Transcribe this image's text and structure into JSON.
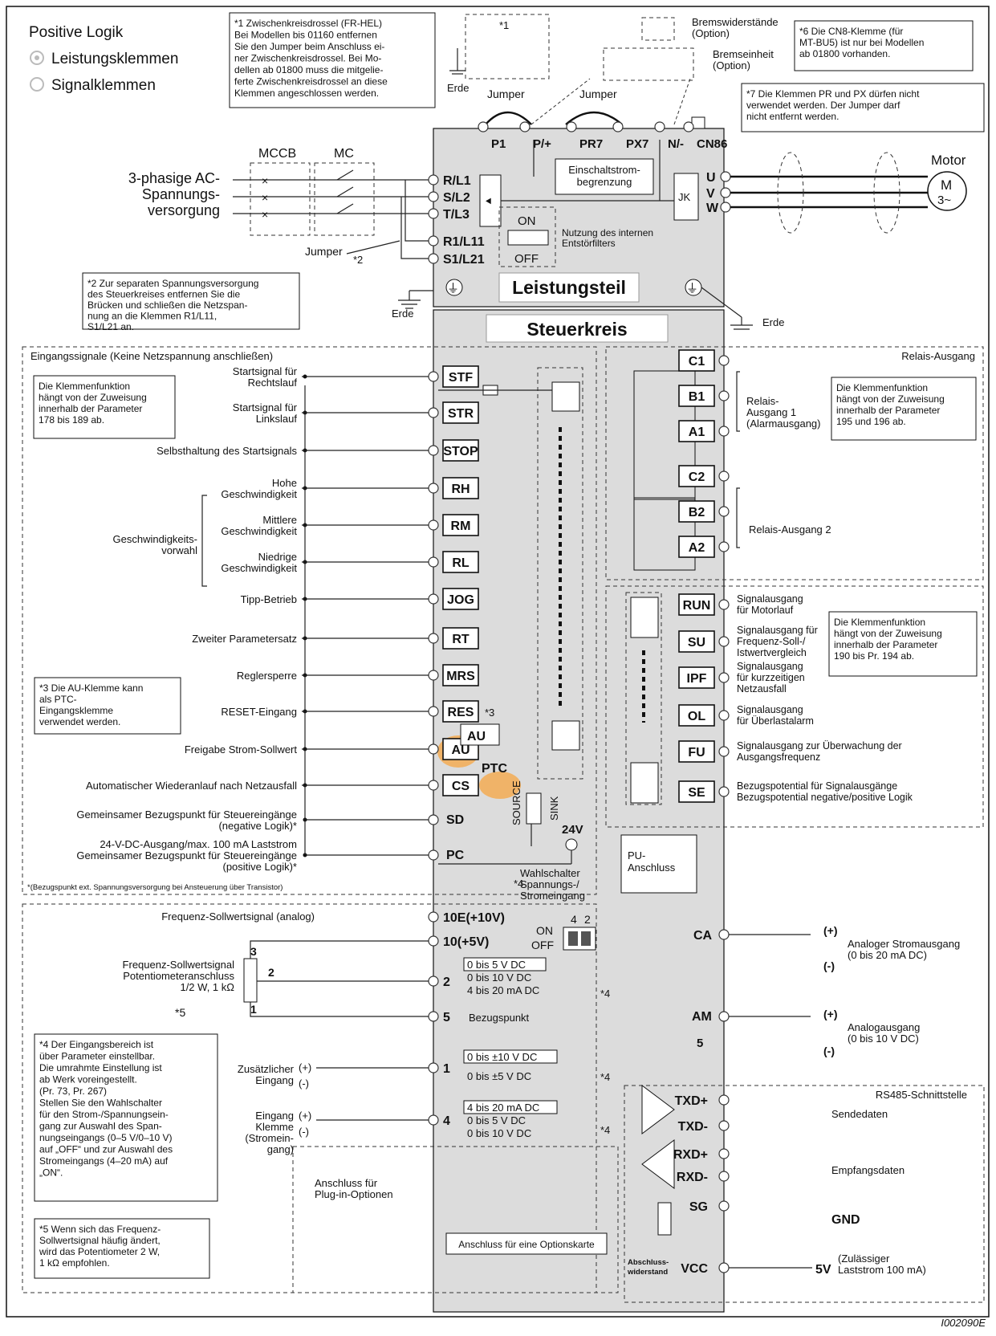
{
  "legend": {
    "title": "Positive Logik",
    "power": "Leistungsklemmen",
    "signal": "Signalklemmen"
  },
  "notes": {
    "n1": [
      "*1 Zwischenkreisdrossel (FR-HEL)",
      "Bei Modellen bis 01160 entfernen",
      "Sie den Jumper beim Anschluss ei-",
      "ner Zwischenkreisdrossel. Bei Mo-",
      "dellen ab 01800 muss die mitgelie-",
      "ferte Zwischenkreisdrossel an diese",
      "Klemmen angeschlossen werden."
    ],
    "n2": [
      "*2 Zur separaten Spannungsversorgung",
      "des Steuerkreises entfernen Sie die",
      "Brücken und schließen die Netzspan-",
      "nung an die Klemmen R1/L11,",
      "S1/L21 an."
    ],
    "n3": [
      "*3 Die AU-Klemme kann",
      "als PTC-",
      "Eingangsklemme",
      "verwendet werden."
    ],
    "n4": [
      "*4 Der Eingangsbereich ist",
      "über Parameter einstellbar.",
      "Die umrahmte Einstellung ist",
      "ab Werk voreingestellt.",
      "(Pr. 73, Pr. 267)",
      "Stellen Sie den Wahlschalter",
      "für den Strom-/Spannungsein-",
      "gang zur Auswahl des Span-",
      "nungseingangs (0–5 V/0–10 V)",
      "auf „OFF“ und zur Auswahl des",
      "Stromeingangs (4–20 mA) auf",
      "„ON“."
    ],
    "n5": [
      "*5 Wenn sich das Frequenz-",
      "Sollwertsignal häufig ändert,",
      "wird das Potentiometer 2 W,",
      "1 kΩ empfohlen."
    ],
    "n6": [
      "*6 Die CN8-Klemme (für",
      "MT-BU5) ist nur bei Modellen",
      "ab 01800 vorhanden."
    ],
    "n7": [
      "*7 Die Klemmen PR und PX dürfen nicht",
      "verwendet werden. Der Jumper darf",
      "nicht entfernt werden."
    ],
    "n_func_in": [
      "Die Klemmenfunktion",
      "hängt von der Zuweisung",
      "innerhalb der Parameter",
      "178 bis 189 ab."
    ],
    "n_func_relay": [
      "Die Klemmenfunktion",
      "hängt von der Zuweisung",
      "innerhalb der Parameter",
      "195 und 196 ab."
    ],
    "n_func_out": [
      "Die Klemmenfunktion",
      "hängt von der Zuweisung",
      "innerhalb der Parameter",
      "190 bis Pr. 194 ab."
    ]
  },
  "power": {
    "supply": [
      "3-phasige AC-",
      "Spannungs-",
      "versorgung"
    ],
    "mccb": "MCCB",
    "mc": "MC",
    "jumper": "Jumper",
    "jumper2": "*2",
    "star1": "*1",
    "earth": "Erde",
    "motor": "Motor",
    "motor_m": "M",
    "motor_3": "3~",
    "brake_res": [
      "Bremswiderstände",
      "(Option)"
    ],
    "brake_unit": [
      "Bremseinheit",
      "(Option)"
    ],
    "terminals_top": [
      "P1",
      "P/+",
      "PR*7",
      "PX*7",
      "N/-",
      "CN8*6"
    ],
    "terminals_in": [
      "R/L1",
      "S/L2",
      "T/L3"
    ],
    "terminals_ctrl": [
      "R1/L11",
      "S1/L21"
    ],
    "terminals_out": [
      "U",
      "V",
      "W"
    ],
    "inrush": [
      "Einschaltstrom-",
      "begrenzung"
    ],
    "filter_on": "ON",
    "filter_off": "OFF",
    "filter_label": [
      "Nutzung des internen",
      "Entstörfilters"
    ],
    "section": "Leistungsteil"
  },
  "control": {
    "section": "Steuerkreis",
    "inputs_header": "Eingangssignale (Keine Netzspannung anschließen)",
    "inputs": [
      {
        "t": "STF",
        "l": [
          "Startsignal für",
          "Rechtslauf"
        ]
      },
      {
        "t": "STR",
        "l": [
          "Startsignal für",
          "Linkslauf"
        ]
      },
      {
        "t": "STOP",
        "l": [
          "Selbsthaltung des Startsignals"
        ]
      },
      {
        "t": "RH",
        "l": [
          "Hohe",
          "Geschwindigkeit"
        ]
      },
      {
        "t": "RM",
        "l": [
          "Mittlere",
          "Geschwindigkeit"
        ]
      },
      {
        "t": "RL",
        "l": [
          "Niedrige",
          "Geschwindigkeit"
        ]
      },
      {
        "t": "JOG",
        "l": [
          "Tipp-Betrieb"
        ]
      },
      {
        "t": "RT",
        "l": [
          "Zweiter Parametersatz"
        ]
      },
      {
        "t": "MRS",
        "l": [
          "Reglersperre"
        ]
      },
      {
        "t": "RES",
        "l": [
          "RESET-Eingang"
        ]
      },
      {
        "t": "AU",
        "l": [
          "Freigabe Strom-Sollwert"
        ]
      },
      {
        "t": "CS",
        "l": [
          "Automatischer Wiederanlauf nach Netzausfall"
        ]
      },
      {
        "t": "SD",
        "l": [
          "Gemeinsamer Bezugspunkt für Steuereingänge",
          "(negative Logik)*"
        ]
      },
      {
        "t": "PC",
        "l": [
          "24-V-DC-Ausgang/max. 100 mA Laststrom",
          "Gemeinsamer Bezugspunkt für Steuereingänge",
          "(positive Logik)*"
        ]
      }
    ],
    "speed_group": [
      "Geschwindigkeits-",
      "vorwahl"
    ],
    "footnote": "*(Bezugspunkt ext. Spannungsversorgung bei Ansteuerung über Transistor)",
    "au_small": "AU",
    "ptc": "PTC",
    "star3": "*3",
    "source": "SOURCE",
    "sink": "SINK",
    "v24": "24V",
    "wahl": [
      "Wahlschalter",
      "Spannungs-/",
      "Stromeingang"
    ],
    "star4": "*4",
    "relay_header": "Relais-Ausgang",
    "relay1": [
      "Relais-",
      "Ausgang 1",
      "(Alarmausgang)"
    ],
    "relay2": "Relais-Ausgang 2",
    "relay_terms": [
      "C1",
      "B1",
      "A1",
      "C2",
      "B2",
      "A2"
    ],
    "outputs": [
      {
        "t": "RUN",
        "l": [
          "Signalausgang",
          "für Motorlauf"
        ]
      },
      {
        "t": "SU",
        "l": [
          "Signalausgang für",
          "Frequenz-Soll-/",
          "Istwertvergleich"
        ]
      },
      {
        "t": "IPF",
        "l": [
          "Signalausgang",
          "für kurzzeitigen",
          "Netzausfall"
        ]
      },
      {
        "t": "OL",
        "l": [
          "Signalausgang",
          "für Überlastalarm"
        ]
      },
      {
        "t": "FU",
        "l": [
          "Signalausgang zur Überwachung der",
          "Ausgangsfrequenz"
        ]
      },
      {
        "t": "SE",
        "l": [
          "Bezugspotential für Signalausgänge",
          "Bezugspotential negative/positive Logik"
        ]
      }
    ],
    "pu": [
      "PU-",
      "Anschluss"
    ]
  },
  "analog": {
    "header": "Frequenz-Sollwertsignal (analog)",
    "pot": [
      "Frequenz-Sollwertsignal",
      "Potentiometeranschluss",
      "1/2 W, 1 kΩ"
    ],
    "star5": "*5",
    "p3": "3",
    "p2": "2",
    "p1": "1",
    "t10e": "10E(+10V)",
    "t10": "10(+5V)",
    "t2": "2",
    "t5": "5",
    "t1": "1",
    "t4": "4",
    "sw_on": "ON",
    "sw_off": "OFF",
    "sw_4": "4",
    "sw_2": "2",
    "r2": [
      "0 bis 5 V DC",
      "0 bis 10 V DC",
      "4 bis 20 mA DC"
    ],
    "ref": "Bezugspunkt",
    "r1": [
      "0 bis ±10 V DC",
      "0 bis ±5 V DC"
    ],
    "r4": [
      "4 bis 20 mA DC",
      "0 bis 5 V DC",
      "0 bis 10 V DC"
    ],
    "add_in": [
      "Zusätzlicher",
      "Eingang"
    ],
    "cur_in": [
      "Eingang",
      "Klemme",
      "(Stromein-",
      "gang)"
    ],
    "plus": "(+)",
    "minus": "(-)",
    "plugin": [
      "Anschluss für",
      "Plug-in-Optionen"
    ],
    "card": "Anschluss für eine Optionskarte",
    "ca": "CA",
    "am": "AM",
    "am5": "5",
    "ca_lbl": [
      "Analoger Stromausgang",
      "(0 bis 20 mA DC)"
    ],
    "am_lbl": [
      "Analogausgang",
      "(0 bis 10 V DC)"
    ]
  },
  "rs485": {
    "header": "RS485-Schnittstelle",
    "terms": [
      "TXD+",
      "TXD-",
      "RXD+",
      "RXD-",
      "SG",
      "VCC"
    ],
    "send": "Sendedaten",
    "recv": "Empfangsdaten",
    "gnd": "GND",
    "term_res": [
      "Abschluss-",
      "widerstand"
    ],
    "v5": "5V",
    "v5_lbl": [
      "(Zulässiger",
      "Laststrom 100 mA)"
    ]
  },
  "doc_id": "I002090E",
  "colors": {
    "panel": "#dcdcdc",
    "highlight": "#f7a541",
    "border": "#111111"
  }
}
